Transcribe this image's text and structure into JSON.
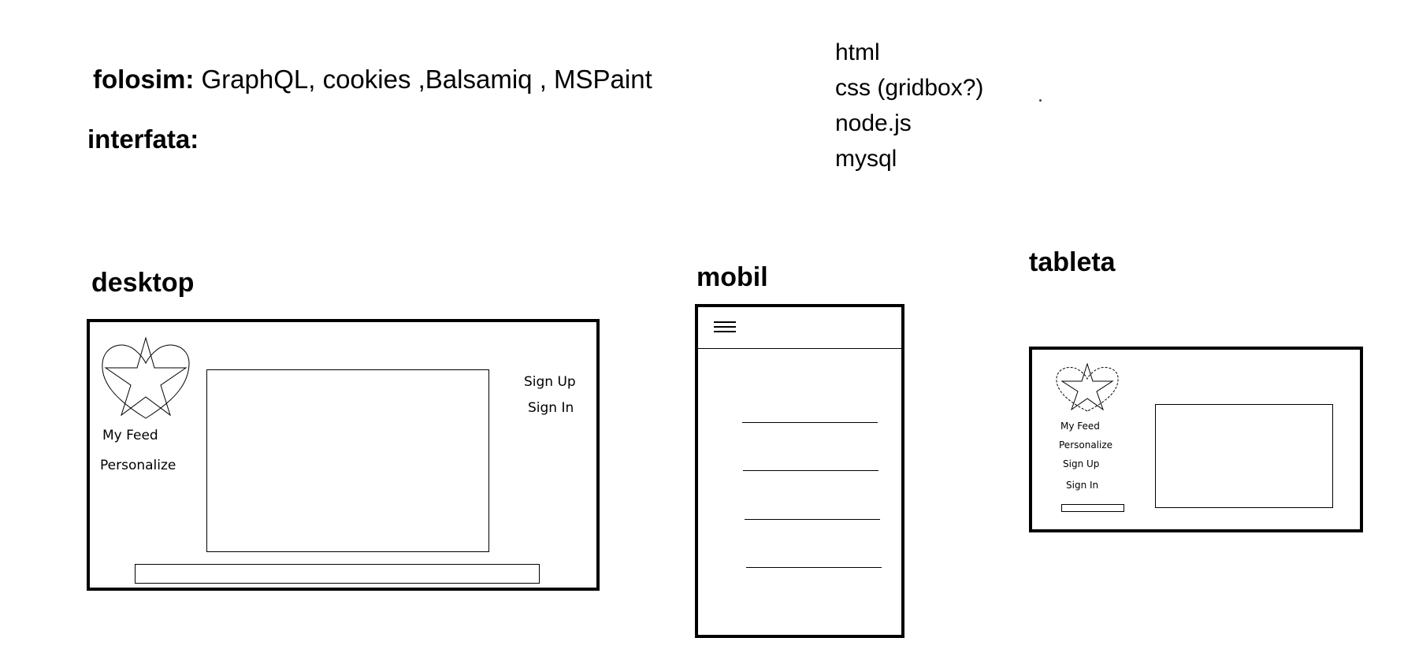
{
  "notes": {
    "tools_label": "folosim:",
    "tools_value": " GraphQL, cookies ,Balsamiq , MSPaint",
    "interface_heading": "interfata:",
    "tech_stack": [
      "html",
      "css (gridbox?)",
      "node.js",
      "mysql"
    ]
  },
  "desktop": {
    "title": "desktop",
    "my_feed": "My Feed",
    "personalize": "Personalize",
    "sign_up": "Sign Up",
    "sign_in": "Sign In"
  },
  "mobile": {
    "title": "mobil",
    "menu_icon": "hamburger-menu-icon"
  },
  "tablet": {
    "title": "tableta",
    "my_feed": "My Feed",
    "personalize": "Personalize",
    "sign_up": "Sign Up",
    "sign_in": "Sign In"
  },
  "colors": {
    "ink": "#000000",
    "paper": "#ffffff"
  }
}
